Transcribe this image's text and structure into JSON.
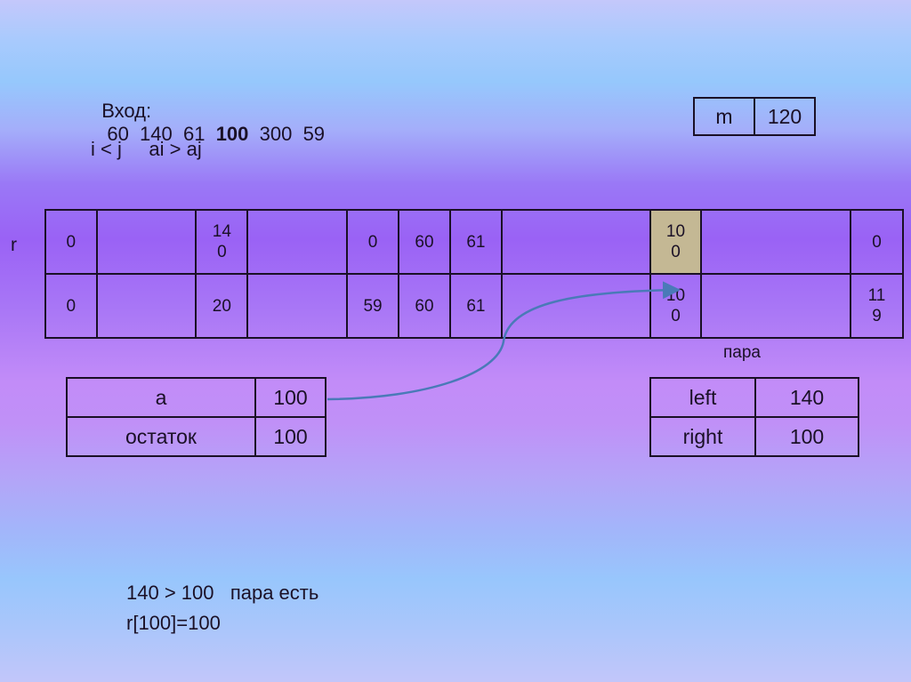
{
  "input_line": {
    "label": "Вход:",
    "values": [
      "60",
      "140",
      "61",
      "100",
      "300",
      "59"
    ],
    "bold_index": 3
  },
  "condition": "i < j     ai > aj",
  "m_box": {
    "label": "m",
    "value": "120"
  },
  "r_label": "r",
  "r_table": {
    "row1": [
      "0",
      "",
      "14\n0",
      "",
      "0",
      "60",
      "61",
      "",
      "10\n0",
      "",
      "0"
    ],
    "row2": [
      "0",
      "",
      "20",
      "",
      "59",
      "60",
      "61",
      "",
      "10\n0",
      "",
      "11\n9"
    ],
    "highlight_col": 8,
    "highlight_color": "#c4b894"
  },
  "para_label": "пара",
  "a_table": {
    "rows": [
      {
        "label": "a",
        "value": "100"
      },
      {
        "label": "остаток",
        "value": "100"
      }
    ]
  },
  "pair_table": {
    "rows": [
      {
        "label": "left",
        "value": "140"
      },
      {
        "label": "right",
        "value": "100"
      }
    ]
  },
  "arrow": {
    "from": "a-value",
    "to": "r-row2-col-100",
    "color": "#4a7ab8"
  },
  "result": {
    "line1": "140 > 100   пара есть",
    "line2": "r[100]=100"
  }
}
